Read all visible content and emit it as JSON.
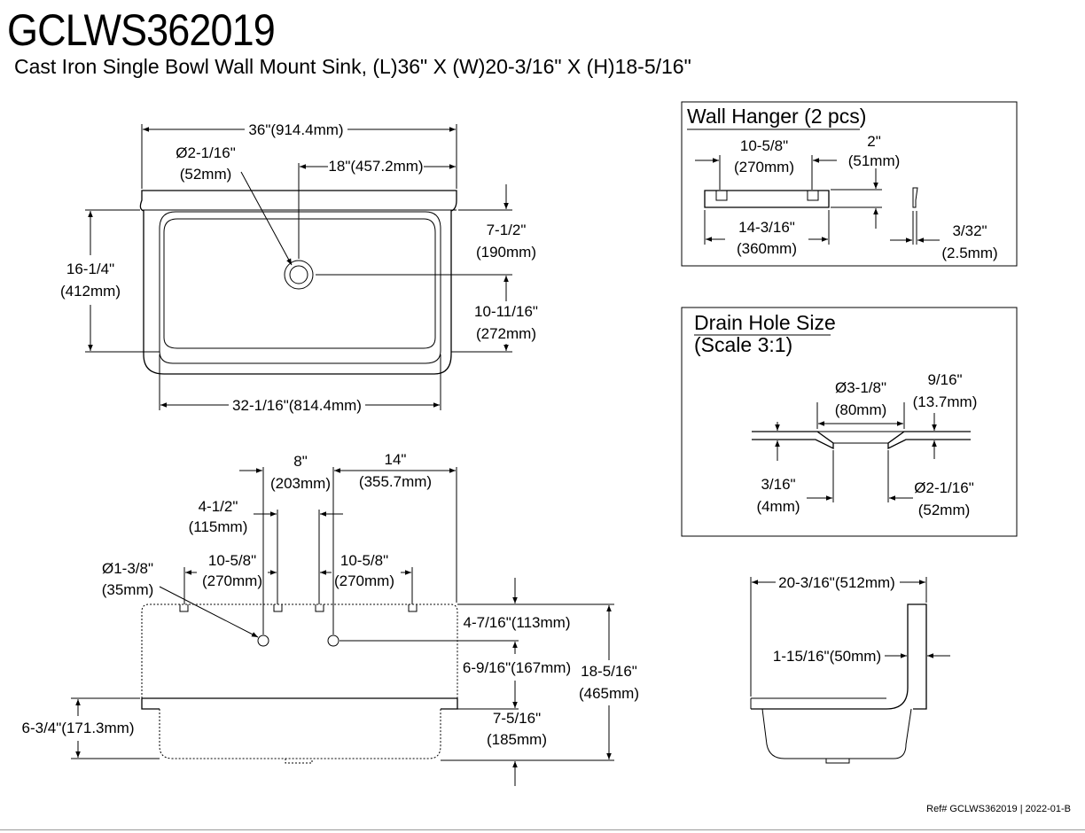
{
  "title": "GCLWS362019",
  "subtitle": "Cast Iron Single Bowl Wall Mount Sink, (L)36\" X (W)20-3/16\" X (H)18-5/16\"",
  "ref": "Ref# GCLWS362019 | 2022-01-B",
  "top_view": {
    "overall_length": "36\"(914.4mm)",
    "drain_dia_in": "Ø2-1/16\"",
    "drain_dia_mm": "(52mm)",
    "drain_offset": "18\"(457.2mm)",
    "overall_depth_in": "16-1/4\"",
    "overall_depth_mm": "(412mm)",
    "back_to_drain_in": "7-1/2\"",
    "back_to_drain_mm": "(190mm)",
    "drain_to_front_in": "10-11/16\"",
    "drain_to_front_mm": "(272mm)",
    "bowl_length": "32-1/16\"(814.4mm)"
  },
  "front_view": {
    "holes_spacing_in": "8\"",
    "holes_spacing_mm": "(203mm)",
    "right_offset_in": "14\"",
    "right_offset_mm": "(355.7mm)",
    "left_offset_in": "4-1/2\"",
    "left_offset_mm": "(115mm)",
    "faucet_hole_dia_in": "Ø1-3/8\"",
    "faucet_hole_dia_mm": "(35mm)",
    "hanger_left_in": "10-5/8\"",
    "hanger_left_mm": "(270mm)",
    "hanger_right_in": "10-5/8\"",
    "hanger_right_mm": "(270mm)",
    "top_to_holes": "4-7/16\"(113mm)",
    "holes_to_rim": "6-9/16\"(167mm)",
    "overall_height_in": "18-5/16\"",
    "overall_height_mm": "(465mm)",
    "bowl_depth_left": "6-3/4\"(171.3mm)",
    "bowl_depth_in": "7-5/16\"",
    "bowl_depth_mm": "(185mm)"
  },
  "wall_hanger": {
    "title": "Wall Hanger (2 pcs)",
    "slot_spacing_in": "10-5/8\"",
    "slot_spacing_mm": "(270mm)",
    "height_in": "2\"",
    "height_mm": "(51mm)",
    "length_in": "14-3/16\"",
    "length_mm": "(360mm)",
    "thickness_in": "3/32\"",
    "thickness_mm": "(2.5mm)"
  },
  "drain_hole": {
    "title": "Drain Hole Size",
    "scale": "(Scale  3:1)",
    "outer_dia_in": "Ø3-1/8\"",
    "outer_dia_mm": "(80mm)",
    "thickness_in": "9/16\"",
    "thickness_mm": "(13.7mm)",
    "recess_in": "3/16\"",
    "recess_mm": "(4mm)",
    "inner_dia_in": "Ø2-1/16\"",
    "inner_dia_mm": "(52mm)"
  },
  "side_view": {
    "overall_width": "20-3/16\"(512mm)",
    "backsplash_thickness": "1-15/16\"(50mm)"
  }
}
